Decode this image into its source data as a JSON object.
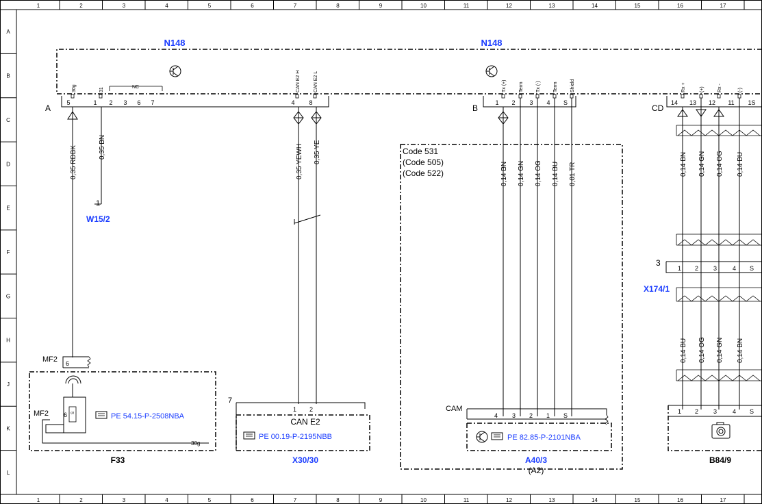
{
  "grid": {
    "columns": [
      "1",
      "2",
      "3",
      "4",
      "5",
      "6",
      "7",
      "8",
      "9",
      "10",
      "11",
      "12",
      "13",
      "14",
      "15",
      "16",
      "17"
    ],
    "rows": [
      "A",
      "B",
      "C",
      "D",
      "E",
      "F",
      "G",
      "H",
      "J",
      "K",
      "L"
    ]
  },
  "modules": {
    "n148_left_title": "N148",
    "n148_right_title": "N148",
    "conn_a": "A",
    "conn_b": "B",
    "conn_cd": "CD"
  },
  "connector_a_pins": {
    "pin_labels": [
      "5",
      "1",
      "2",
      "3",
      "6",
      "7",
      "4",
      "8"
    ],
    "signal_labels": [
      "30g",
      "31",
      "NC",
      "CAN E2 H",
      "CAN E2 L"
    ]
  },
  "connector_b_pins": {
    "pin_labels": [
      "1",
      "2",
      "3",
      "4",
      "S"
    ],
    "signal_labels": [
      "Tx (+)",
      "Term",
      "Tx (-)",
      "Term",
      "Shield"
    ]
  },
  "connector_cd_pins": {
    "pin_labels": [
      "14",
      "13",
      "12",
      "11",
      "1S"
    ],
    "signal_labels": [
      "Rx +",
      "(+)",
      "Rx -",
      "(-)"
    ]
  },
  "wires": {
    "w1": "0,35 RDBK",
    "w2": "0,35 BN",
    "w3": "0,35 YEWH",
    "w4": "0,35 YE",
    "b1": "0,14 BN",
    "b2": "0,14 GN",
    "b3": "0,14 OG",
    "b4": "0,14 BU",
    "b5": "0,01 TR",
    "cd1": "0,14 BN",
    "cd2": "0,14 GN",
    "cd3": "0,14 OG",
    "cd4": "0,14 BU",
    "cdl1": "0,14 BU",
    "cdl2": "0,14 OG",
    "cdl3": "0,14 GN",
    "cdl4": "0,14 BN"
  },
  "labels": {
    "w152_pin": "1",
    "w152": "W15/2",
    "mf2_top": "MF2",
    "mf2_top_pin": "6",
    "mf2_bottom": "MF2",
    "mf2_bottom_pin": "6",
    "s_label": "S",
    "pin_30g": "30g",
    "f33": "F33",
    "ref_f33": "PE 54.15-P-2508NBA",
    "x30_pin_group": "7",
    "x30_pin1": "1",
    "x30_pin2": "2",
    "can_e2": "CAN E2",
    "ref_x30": "PE 00.19-P-2195NBB",
    "x30_30": "X30/30",
    "code_531": "Code 531",
    "code_505": "(Code 505)",
    "code_522": "(Code 522)",
    "cam": "CAM",
    "cam_pins": [
      "4",
      "3",
      "2",
      "1",
      "S"
    ],
    "ref_a40": "PE 82.85-P-2101NBA",
    "a40_3": "A40/3",
    "a2": "(A2)",
    "x174_group": "3",
    "x174_pins": [
      "1",
      "2",
      "3",
      "4",
      "S"
    ],
    "x174_1": "X174/1",
    "b84_pins": [
      "1",
      "2",
      "3",
      "4",
      "S"
    ],
    "b84_9": "B84/9"
  },
  "colors": {
    "line": "#000000",
    "link_blue": "#1a3cff",
    "background": "#ffffff"
  }
}
